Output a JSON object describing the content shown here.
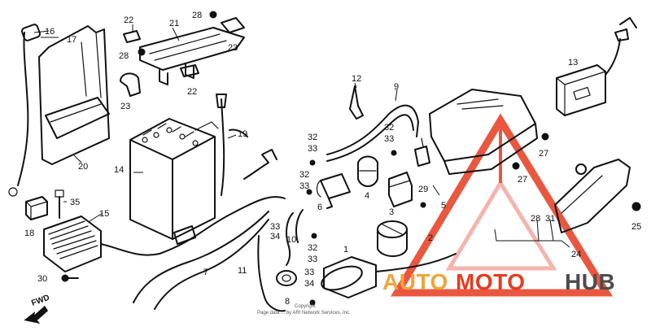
{
  "callouts": {
    "c16": "16",
    "c17": "17",
    "c20": "20",
    "c18": "18",
    "c35": "35",
    "c15": "15",
    "c30": "30",
    "c22a": "22",
    "c21": "21",
    "c28a": "28",
    "c28b": "28",
    "c23a": "23",
    "c23b": "23",
    "c22b": "22",
    "c14": "14",
    "c19": "19",
    "c7": "7",
    "c12": "12",
    "c9": "9",
    "c32a": "32",
    "c33a": "33",
    "c32b": "32",
    "c33b": "33",
    "c32c": "32",
    "c33c": "33",
    "c6": "6",
    "c4": "4",
    "c3": "3",
    "c29": "29",
    "c5": "5",
    "c10": "10",
    "c33d": "33",
    "c34a": "34",
    "c32d": "32",
    "c33e": "33",
    "c11": "11",
    "c8": "8",
    "c33f": "33",
    "c34b": "34",
    "c1": "1",
    "c2": "2",
    "c13": "13",
    "c27a": "27",
    "c27b": "27",
    "c28c": "28",
    "c31": "31",
    "c24": "24",
    "c25": "25"
  },
  "fwd_label": "FWD",
  "copyright_line1": "Copyright",
  "copyright_line2": "Page data ... by ARI Network Services, Inc.",
  "watermark": {
    "part1": "AUTO",
    "part2": "MOTO",
    "part3": "HUB",
    "color_orange": "#f2a33a",
    "color_red": "#e63a1e",
    "color_gray": "#4d4d4d"
  }
}
